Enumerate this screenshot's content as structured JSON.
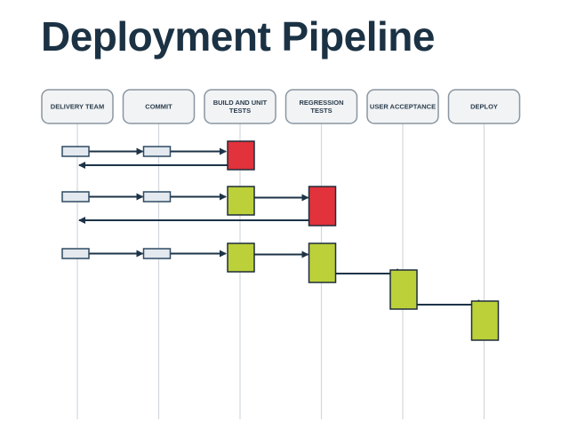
{
  "title": "Deployment Pipeline",
  "stages": [
    {
      "id": "delivery-team",
      "lines": [
        "DELIVERY TEAM"
      ]
    },
    {
      "id": "commit",
      "lines": [
        "COMMIT"
      ]
    },
    {
      "id": "build-and-unit-tests",
      "lines": [
        "BUILD AND UNIT",
        "TESTS"
      ]
    },
    {
      "id": "regression-tests",
      "lines": [
        "REGRESSION",
        "TESTS"
      ]
    },
    {
      "id": "user-acceptance",
      "lines": [
        "USER ACCEPTANCE"
      ]
    },
    {
      "id": "deploy",
      "lines": [
        "DEPLOY"
      ]
    }
  ],
  "runs": [
    {
      "id": "run-1",
      "reached_stage": 2,
      "outcome": "fail",
      "feedback_to": 0
    },
    {
      "id": "run-2",
      "reached_stage": 3,
      "outcome": "fail",
      "feedback_to": 0
    },
    {
      "id": "run-3",
      "reached_stage": 5,
      "outcome": "pass",
      "feedback_to": null
    }
  ],
  "colors": {
    "title": "#1b3244",
    "stage_fill": "#f1f3f5",
    "stage_stroke": "#8a96a0",
    "lifeline": "#d3d8dc",
    "arrow": "#1c3347",
    "token_fill": "#e3e9ef",
    "token_stroke": "#2e4a63",
    "pass_fill": "#bcd03a",
    "fail_fill": "#e2323c",
    "box_stroke": "#1f2d3a"
  }
}
